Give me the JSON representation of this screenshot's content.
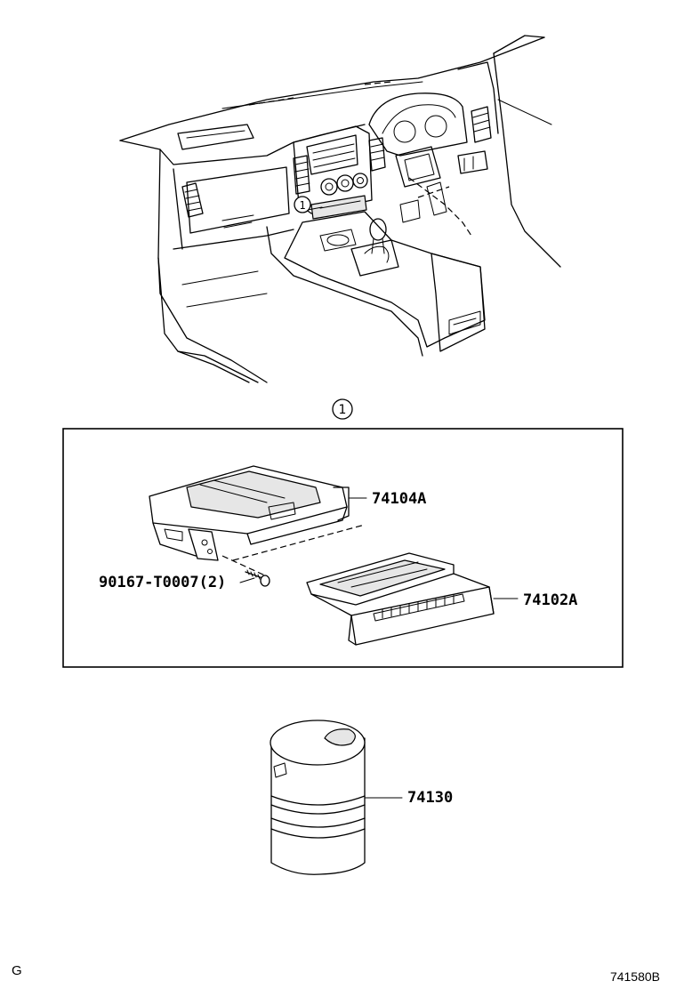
{
  "callout": {
    "number": "1"
  },
  "parts": {
    "part_a": "74104A",
    "part_b": "74102A",
    "part_c": "90167-T0007(2)",
    "part_d": "74130"
  },
  "footer": {
    "corner_left": "G",
    "corner_right": "741580B"
  }
}
